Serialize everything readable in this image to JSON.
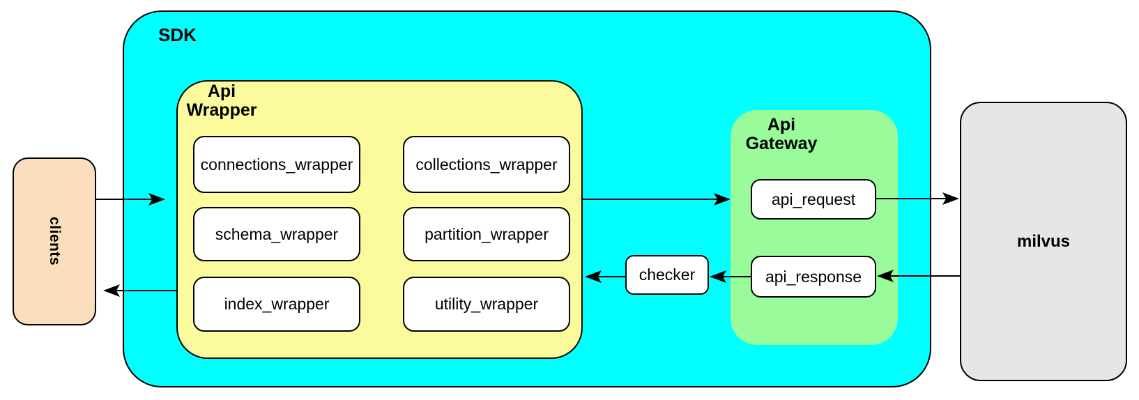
{
  "diagram": {
    "clients": {
      "label": "clients"
    },
    "sdk": {
      "label": "SDK"
    },
    "api_wrapper": {
      "label_line1": "Api",
      "label_line2": "Wrapper",
      "boxes": [
        "connections_wrapper",
        "collections_wrapper",
        "schema_wrapper",
        "partition_wrapper",
        "index_wrapper",
        "utility_wrapper"
      ]
    },
    "checker": {
      "label": "checker"
    },
    "api_gateway": {
      "label_line1": "Api",
      "label_line2": "Gateway",
      "request_label": "api_request",
      "response_label": "api_response"
    },
    "milvus": {
      "label": "milvus"
    },
    "flows": [
      {
        "from": "clients",
        "to": "api_wrapper"
      },
      {
        "from": "api_wrapper",
        "to": "api_gateway"
      },
      {
        "from": "api_request",
        "to": "milvus"
      },
      {
        "from": "milvus",
        "to": "api_response"
      },
      {
        "from": "api_response",
        "to": "checker"
      },
      {
        "from": "checker",
        "to": "api_wrapper"
      },
      {
        "from": "api_wrapper",
        "to": "clients"
      }
    ]
  },
  "colors": {
    "cyan": "#00FFFF",
    "yellow": "#FBFB9D",
    "green": "#9AFB9A",
    "peach": "#FBDEBD",
    "gray": "#E6E6E6",
    "box-white": "#FFFFFF",
    "line": "#000000"
  }
}
